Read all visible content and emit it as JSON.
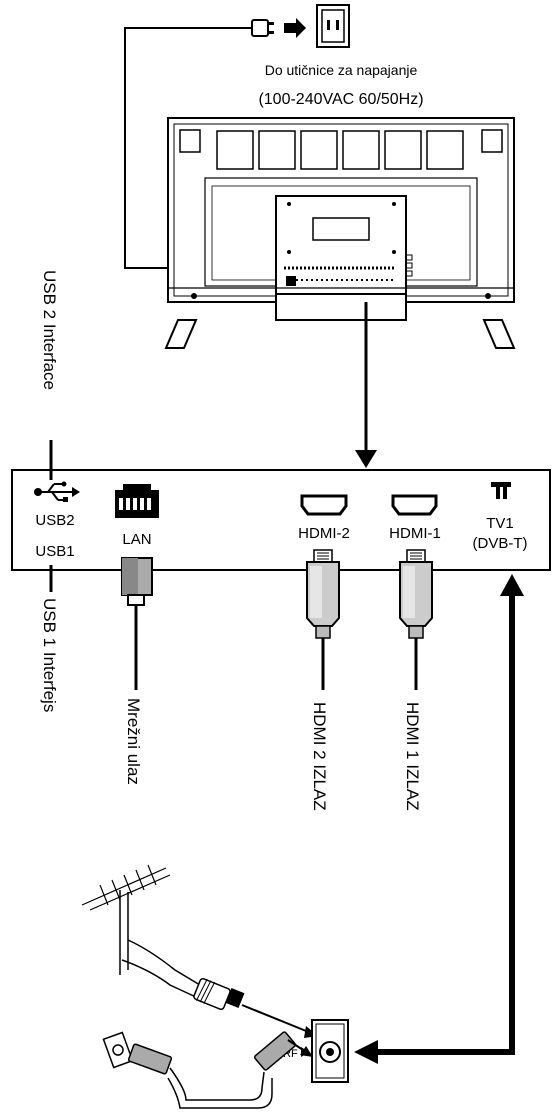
{
  "power": {
    "outlet_label": "Do utičnice za napajanje",
    "voltage_label": "(100-240VAC 60/50Hz)"
  },
  "ports": {
    "usb2": "USB2",
    "usb1": "USB1",
    "lan": "LAN",
    "hdmi2": "HDMI-2",
    "hdmi1": "HDMI-1",
    "tv1": "TV1",
    "dvbt": "(DVB-T)"
  },
  "side_labels": {
    "usb2_interface": "USB 2 Interface",
    "usb1_interface": "USB 1 Interfejs"
  },
  "cable_labels": {
    "network": "Mrežni ulaz",
    "hdmi2_out": "HDMI 2 IZLAZ",
    "hdmi1_out": "HDMI 1 IZLAZ"
  },
  "antenna": {
    "rf_label": "RF"
  }
}
